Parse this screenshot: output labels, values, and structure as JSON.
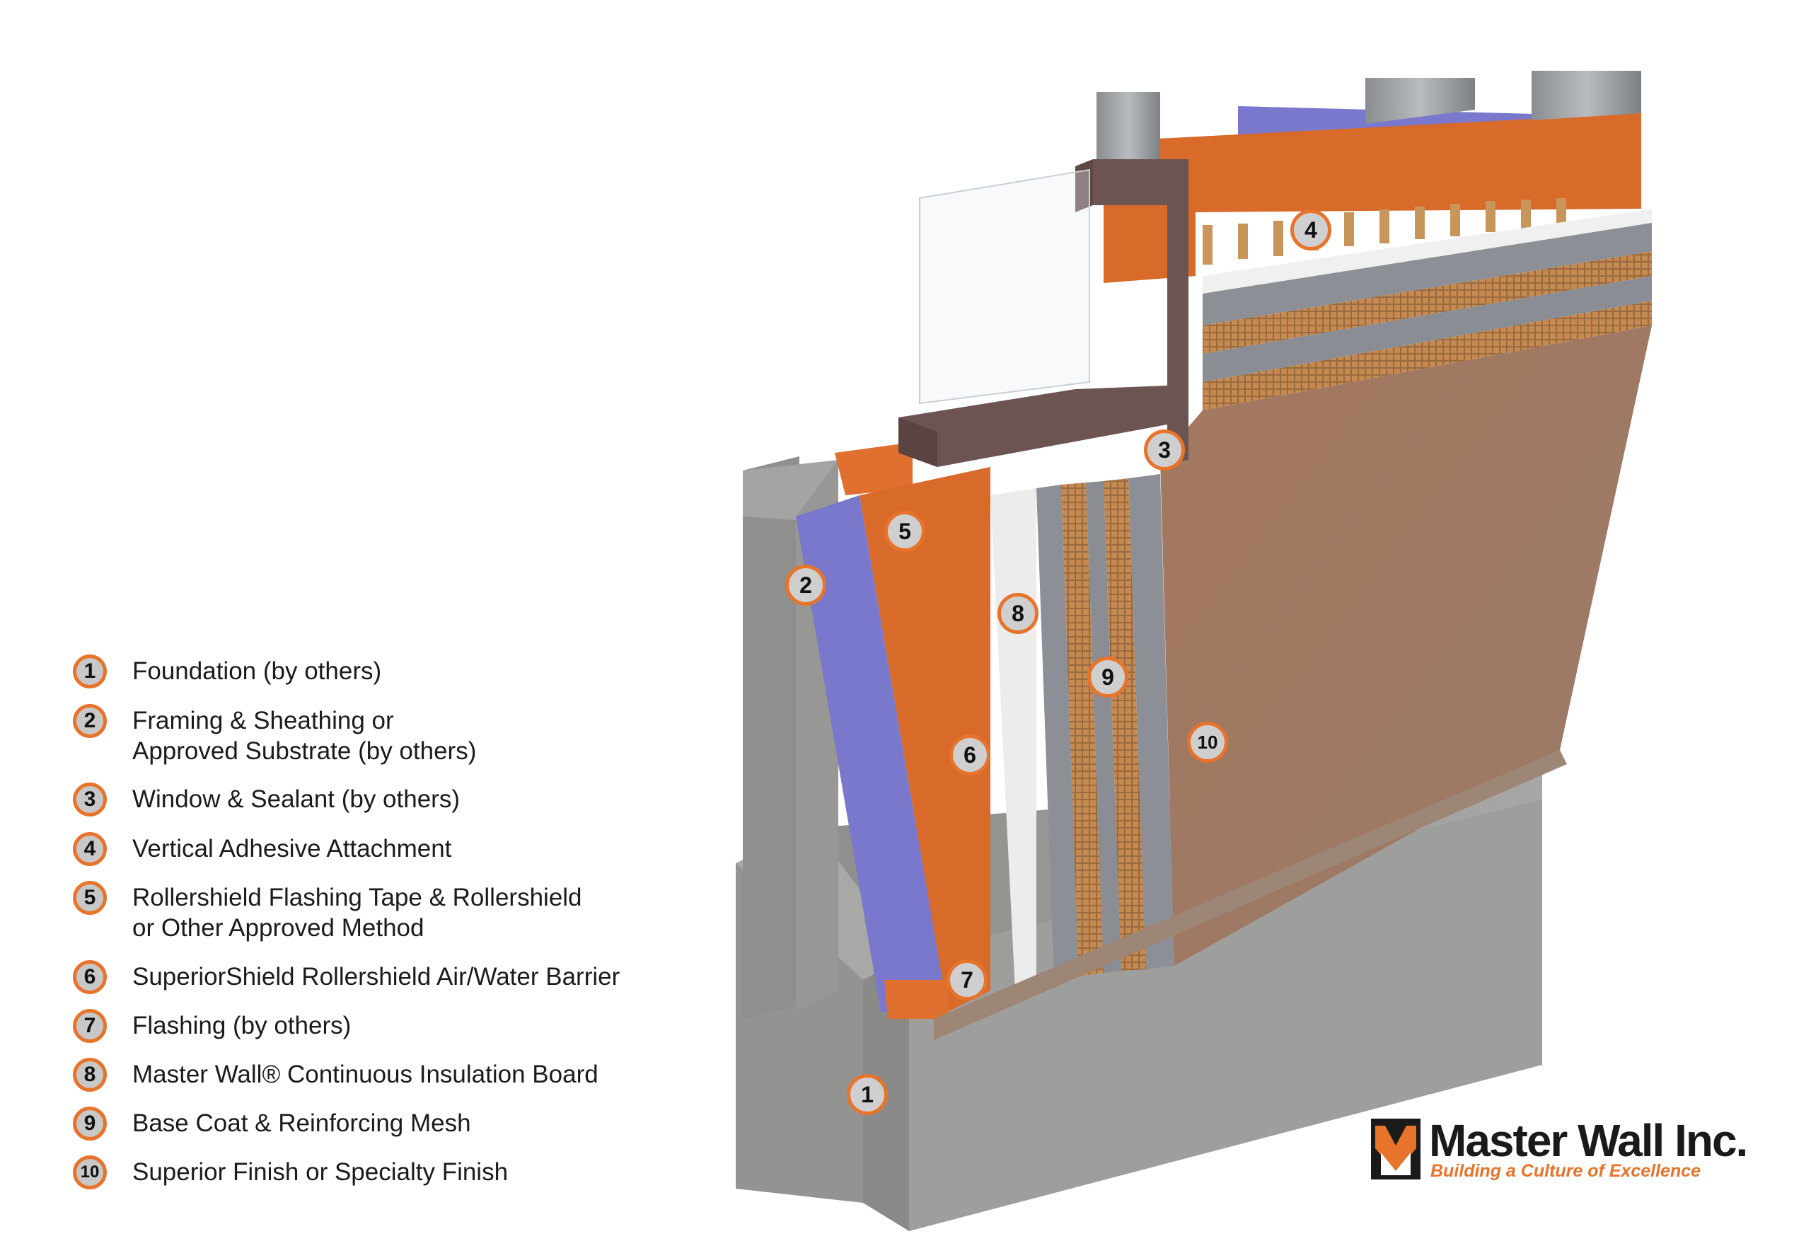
{
  "legend": [
    {
      "number": "1",
      "text": "Foundation (by others)"
    },
    {
      "number": "2",
      "text": "Framing & Sheathing or\nApproved Substrate (by others)"
    },
    {
      "number": "3",
      "text": "Window & Sealant (by others)"
    },
    {
      "number": "4",
      "text": "Vertical Adhesive Attachment"
    },
    {
      "number": "5",
      "text": "Rollershield Flashing Tape & Rollershield\nor Other Approved Method"
    },
    {
      "number": "6",
      "text": "SuperiorShield Rollershield Air/Water Barrier"
    },
    {
      "number": "7",
      "text": "Flashing (by others)"
    },
    {
      "number": "8",
      "text": "Master Wall® Continuous Insulation Board"
    },
    {
      "number": "9",
      "text": "Base Coat & Reinforcing Mesh"
    },
    {
      "number": "10",
      "text": "Superior Finish or Specialty Finish"
    }
  ],
  "callouts": [
    "1",
    "2",
    "3",
    "4",
    "5",
    "6",
    "7",
    "8",
    "9",
    "10"
  ],
  "brand": {
    "name": "Master Wall Inc.",
    "tagline": "Building a Culture of Excellence",
    "accent_color": "#e8732a"
  },
  "colors": {
    "concrete": "#9a9a98",
    "sheathing": "#7a78cc",
    "barrier": "#d86a2a",
    "insulation": "#ececec",
    "base_coat": "#8c9096",
    "finish": "#a47a62",
    "window_frame": "#6b5452"
  }
}
